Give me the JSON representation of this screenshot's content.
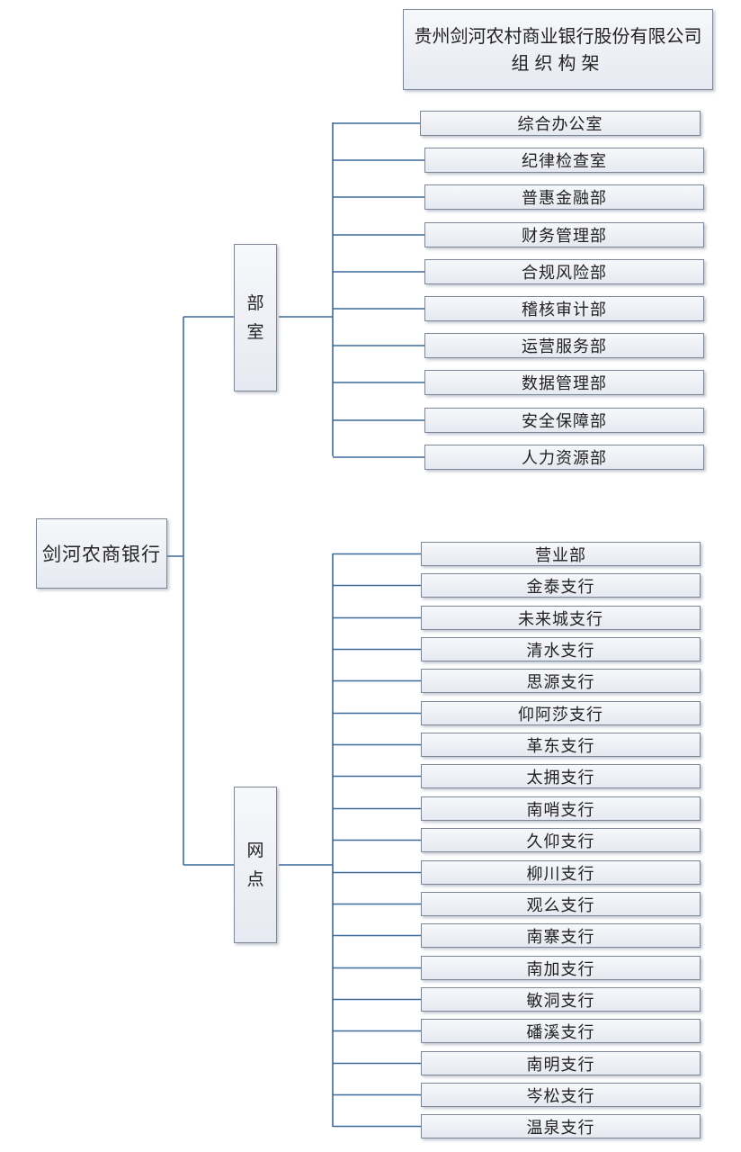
{
  "title": {
    "line1": "贵州剑河农村商业银行股份有限公司",
    "line2": "组织构架"
  },
  "root": {
    "label": "剑河农商银行"
  },
  "branches": [
    {
      "label_chars": [
        "部",
        "室"
      ],
      "items": [
        "综合办公室",
        "纪律检查室",
        "普惠金融部",
        "财务管理部",
        "合规风险部",
        "稽核审计部",
        "运营服务部",
        "数据管理部",
        "安全保障部",
        "人力资源部"
      ]
    },
    {
      "label_chars": [
        "网",
        "点"
      ],
      "items": [
        "营业部",
        "金泰支行",
        "未来城支行",
        "清水支行",
        "思源支行",
        "仰阿莎支行",
        "革东支行",
        "太拥支行",
        "南哨支行",
        "久仰支行",
        "柳川支行",
        "观么支行",
        "南寨支行",
        "南加支行",
        "敏洞支行",
        "磻溪支行",
        "南明支行",
        "岑松支行",
        "温泉支行"
      ]
    }
  ]
}
